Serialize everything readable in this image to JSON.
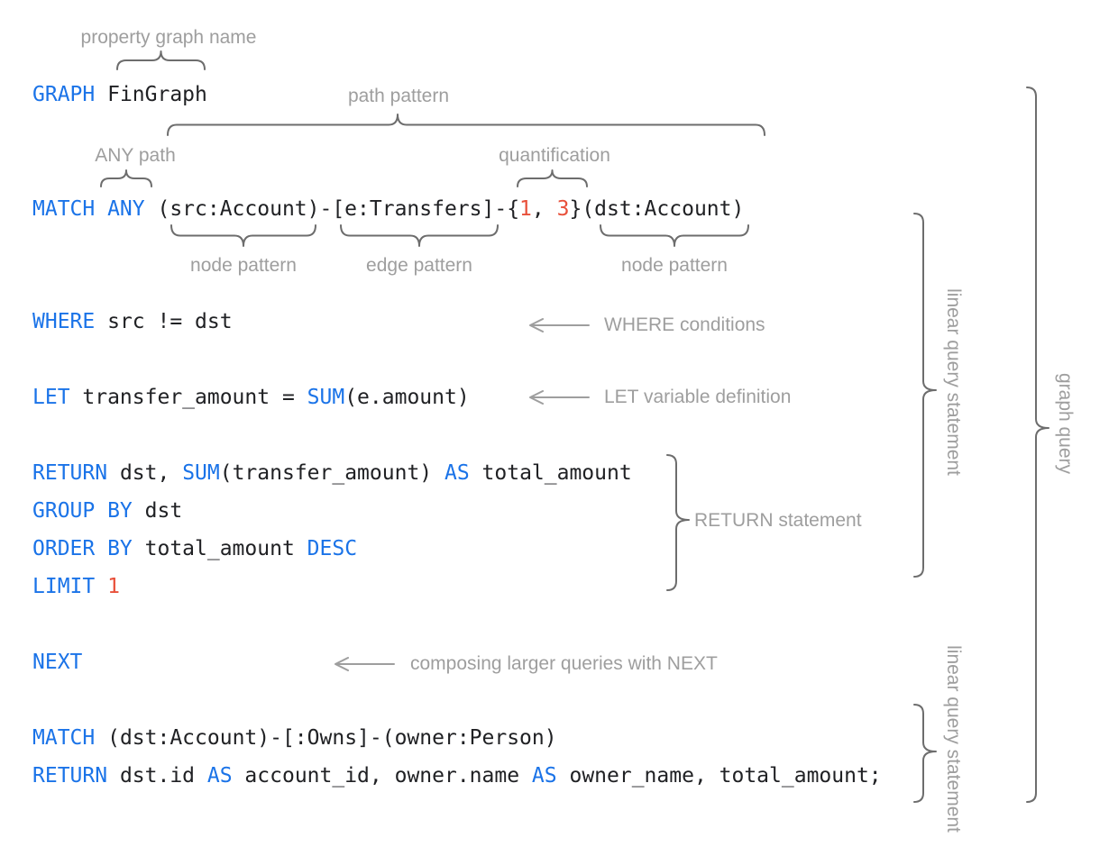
{
  "diagram": {
    "colors": {
      "background": "#ffffff",
      "keyword": "#1a73e8",
      "number": "#e8503a",
      "code": "#202124",
      "label": "#9e9e9e",
      "brace": "#6d6d6d",
      "arrow": "#9e9e9e"
    },
    "code_lines": [
      {
        "id": "graph",
        "tokens": [
          [
            "kw",
            "GRAPH"
          ],
          [
            "pl",
            " FinGraph"
          ]
        ]
      },
      {
        "id": "match-any",
        "tokens": [
          [
            "kw",
            "MATCH ANY"
          ],
          [
            "pl",
            " (src:Account)-[e:Transfers]-{"
          ],
          [
            "num",
            "1"
          ],
          [
            "pl",
            ", "
          ],
          [
            "num",
            "3"
          ],
          [
            "pl",
            "}(dst:Account)"
          ]
        ]
      },
      {
        "id": "where",
        "tokens": [
          [
            "kw",
            "WHERE"
          ],
          [
            "pl",
            " src != dst"
          ]
        ]
      },
      {
        "id": "let",
        "tokens": [
          [
            "kw",
            "LET"
          ],
          [
            "pl",
            " transfer_amount = "
          ],
          [
            "kw",
            "SUM"
          ],
          [
            "pl",
            "(e.amount)"
          ]
        ]
      },
      {
        "id": "return",
        "tokens": [
          [
            "kw",
            "RETURN"
          ],
          [
            "pl",
            " dst, "
          ],
          [
            "kw",
            "SUM"
          ],
          [
            "pl",
            "(transfer_amount) "
          ],
          [
            "kw",
            "AS"
          ],
          [
            "pl",
            " total_amount"
          ]
        ]
      },
      {
        "id": "group-by",
        "tokens": [
          [
            "kw",
            "GROUP BY"
          ],
          [
            "pl",
            " dst"
          ]
        ]
      },
      {
        "id": "order-by",
        "tokens": [
          [
            "kw",
            "ORDER BY"
          ],
          [
            "pl",
            " total_amount "
          ],
          [
            "kw",
            "DESC"
          ]
        ]
      },
      {
        "id": "limit",
        "tokens": [
          [
            "kw",
            "LIMIT"
          ],
          [
            "pl",
            " "
          ],
          [
            "num",
            "1"
          ]
        ]
      },
      {
        "id": "next",
        "tokens": [
          [
            "kw",
            "NEXT"
          ]
        ]
      },
      {
        "id": "match-2",
        "tokens": [
          [
            "kw",
            "MATCH"
          ],
          [
            "pl",
            " (dst:Account)-[:Owns]-(owner:Person)"
          ]
        ]
      },
      {
        "id": "return-2",
        "tokens": [
          [
            "kw",
            "RETURN"
          ],
          [
            "pl",
            " dst.id "
          ],
          [
            "kw",
            "AS"
          ],
          [
            "pl",
            " account_id, owner.name "
          ],
          [
            "kw",
            "AS"
          ],
          [
            "pl",
            " owner_name, total_amount;"
          ]
        ]
      }
    ],
    "labels": {
      "property_graph_name": "property graph name",
      "path_pattern": "path pattern",
      "any_path": "ANY path",
      "quantification": "quantification",
      "node_pattern_left": "node pattern",
      "edge_pattern": "edge pattern",
      "node_pattern_right": "node pattern",
      "where_conditions": "WHERE conditions",
      "let_variable_definition": "LET variable definition",
      "return_statement": "RETURN statement",
      "composing_next": "composing larger queries with NEXT",
      "linear_query_statement_top": "linear query statement",
      "linear_query_statement_bottom": "linear query statement",
      "graph_query": "graph query"
    }
  }
}
